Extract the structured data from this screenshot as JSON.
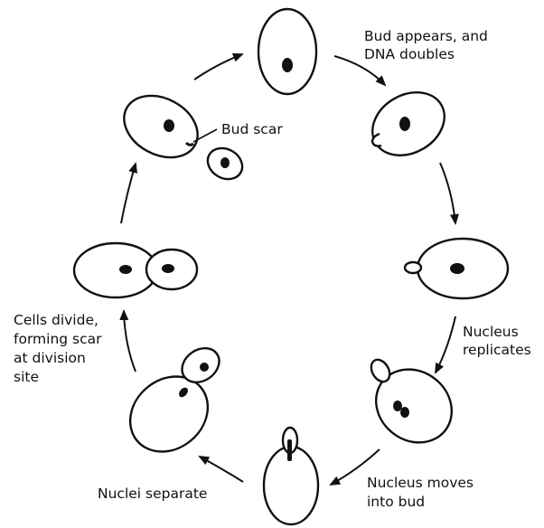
{
  "labels": {
    "bud_appears_line1": "Bud appears, and",
    "bud_appears_line2": "DNA doubles",
    "bud_scar": "Bud scar",
    "nucleus_replicates_line1": "Nucleus",
    "nucleus_replicates_line2": "replicates",
    "nucleus_moves_line1": "Nucleus moves",
    "nucleus_moves_line2": "into bud",
    "nuclei_separate": "Nuclei separate",
    "cells_divide_line1": "Cells divide,",
    "cells_divide_line2": "forming scar",
    "cells_divide_line3": "at division",
    "cells_divide_line4": "site"
  }
}
